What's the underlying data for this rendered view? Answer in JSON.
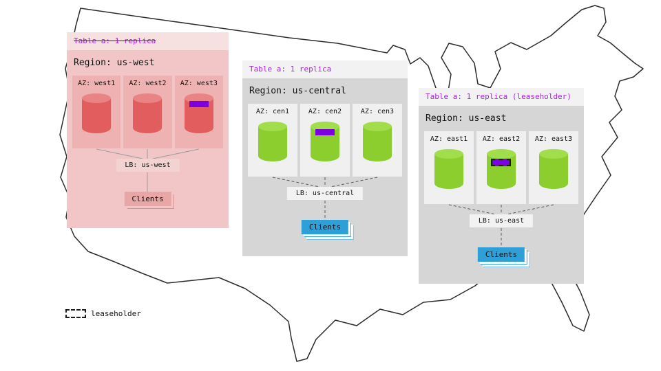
{
  "palette": {
    "table_label_purple": "#a726d9",
    "replica_patch_purple": "#7d00e0",
    "west_panel_pink": "#f2c6c6",
    "west_az_pink": "#eeb2b2",
    "west_cylinder_red": "#e25d5d",
    "gray_panel": "#d6d6d6",
    "gray_az_box": "#f0f0f0",
    "green_cylinder": "#8bce2e",
    "clients_blue": "#2f9fd8",
    "clients_pink": "#e9a6a6",
    "map_outline": "#2b2b2b"
  },
  "legend": {
    "label": "leaseholder"
  },
  "regions": [
    {
      "table_label": "Table a: 1 replica",
      "table_label_struck": true,
      "region_label": "Region: us-west",
      "azs": [
        {
          "label": "AZ: west1",
          "patch": "none"
        },
        {
          "label": "AZ: west2",
          "patch": "none"
        },
        {
          "label": "AZ: west3",
          "patch": "replica"
        }
      ],
      "lb_label": "LB: us-west",
      "clients_label": "Clients"
    },
    {
      "table_label": "Table a: 1 replica",
      "table_label_struck": false,
      "region_label": "Region: us-central",
      "azs": [
        {
          "label": "AZ: cen1",
          "patch": "none"
        },
        {
          "label": "AZ: cen2",
          "patch": "replica"
        },
        {
          "label": "AZ: cen3",
          "patch": "none"
        }
      ],
      "lb_label": "LB: us-central",
      "clients_label": "Clients"
    },
    {
      "table_label": "Table a: 1 replica (leaseholder)",
      "table_label_struck": false,
      "region_label": "Region: us-east",
      "azs": [
        {
          "label": "AZ: east1",
          "patch": "none"
        },
        {
          "label": "AZ: east2",
          "patch": "leaseholder"
        },
        {
          "label": "AZ: east3",
          "patch": "none"
        }
      ],
      "lb_label": "LB: us-east",
      "clients_label": "Clients"
    }
  ]
}
